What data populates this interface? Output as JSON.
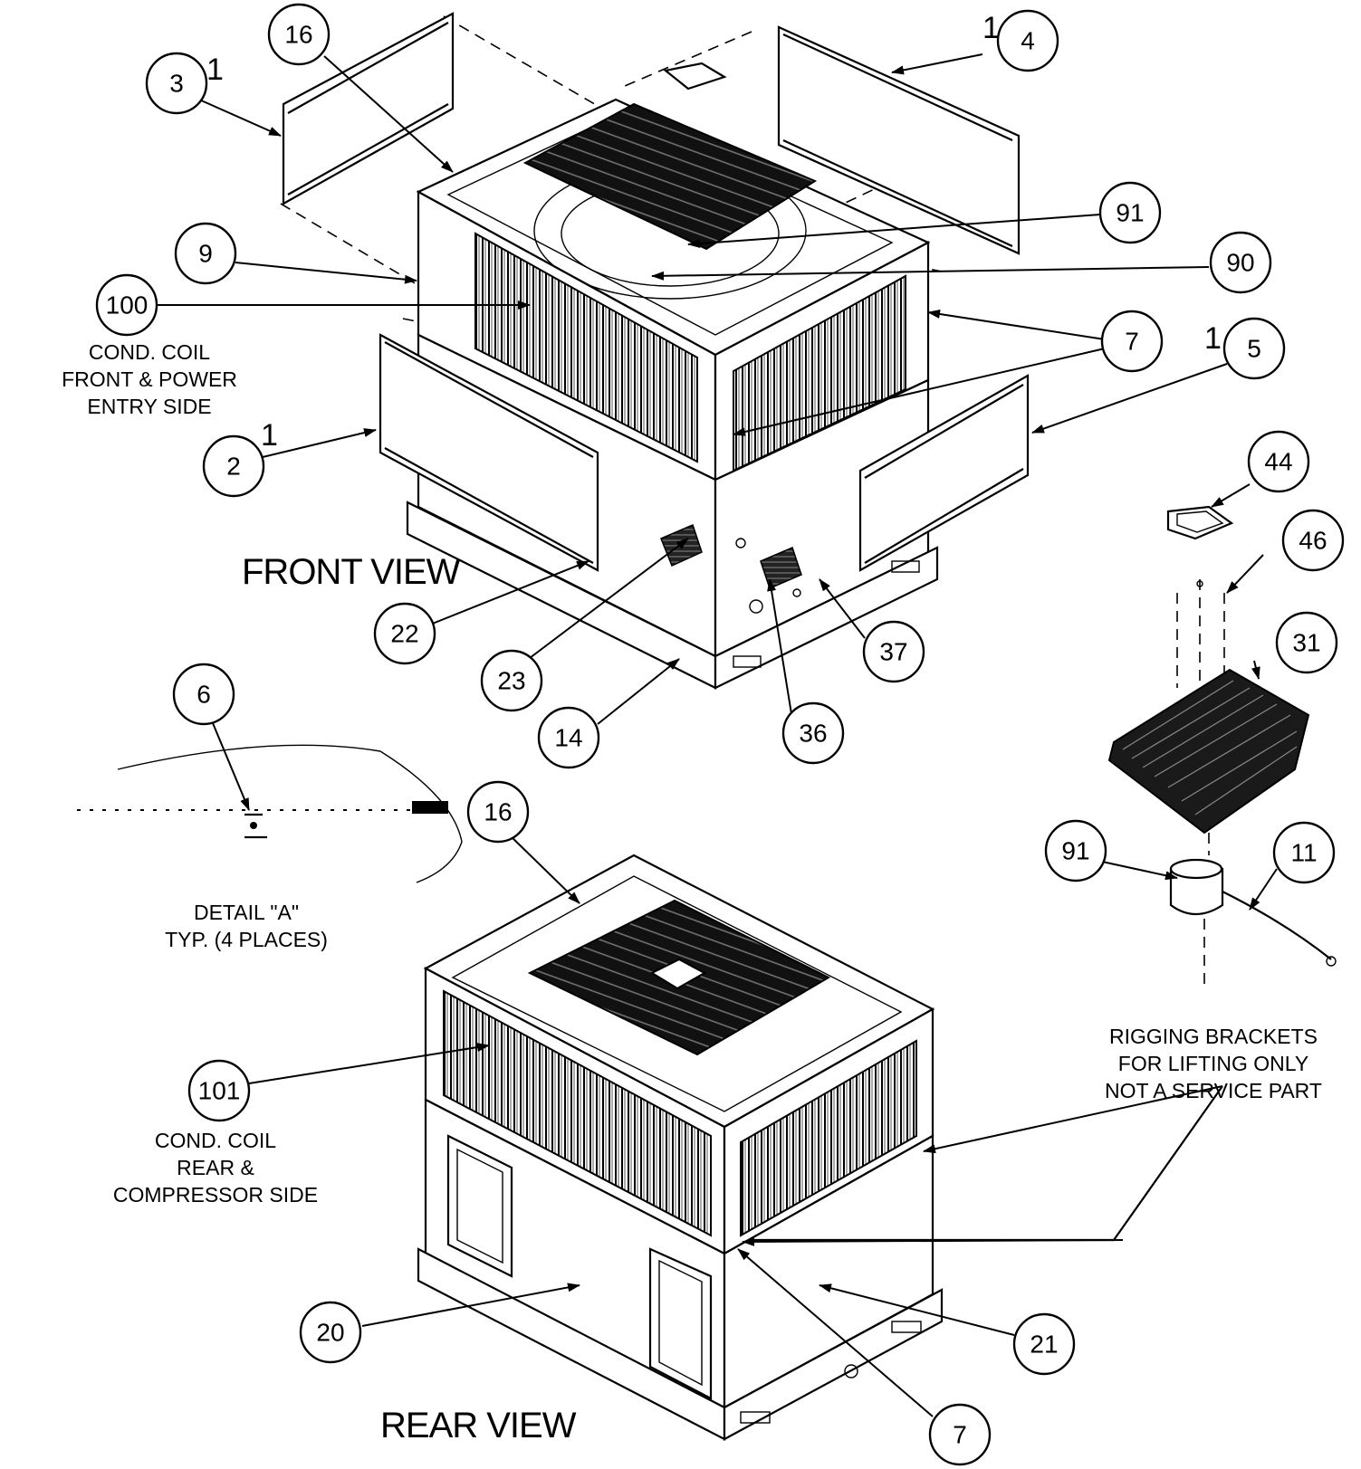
{
  "views": {
    "front": "FRONT VIEW",
    "rear": "REAR VIEW"
  },
  "notes": {
    "front_coil": [
      "COND. COIL",
      "FRONT & POWER",
      "ENTRY SIDE"
    ],
    "rear_coil": [
      "COND. COIL",
      "REAR &",
      "COMPRESSOR SIDE"
    ],
    "detail": [
      "DETAIL \"A\"",
      "TYP. (4 PLACES)"
    ],
    "rigging": [
      "RIGGING BRACKETS",
      "FOR LIFTING ONLY",
      "NOT A SERVICE PART"
    ]
  },
  "callouts": {
    "c16a": "16",
    "c3": "3",
    "c4": "4",
    "c9": "9",
    "c91a": "91",
    "c90": "90",
    "c100": "100",
    "c7a": "7",
    "c5": "5",
    "c2": "2",
    "c44": "44",
    "c46": "46",
    "c22": "22",
    "c23": "23",
    "c37": "37",
    "c14": "14",
    "c36": "36",
    "c31": "31",
    "c6": "6",
    "c16b": "16",
    "c91b": "91",
    "c11": "11",
    "c101": "101",
    "c20": "20",
    "c21": "21",
    "c7b": "7"
  },
  "marks": {
    "m3": "1",
    "m4": "1",
    "m2": "1",
    "m5": "1"
  }
}
